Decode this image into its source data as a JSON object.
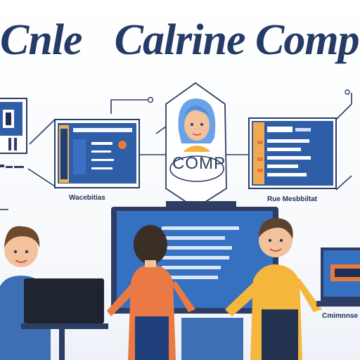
{
  "title": {
    "left": "Cnle",
    "right": "Calrine Complucting"
  },
  "center_badge": {
    "label": "COMP"
  },
  "captions": {
    "left_panel": "Wacebitias",
    "right_panel": "Rue Mesbbiltat",
    "bottom_right": "Cmimnnse"
  },
  "colors": {
    "title": "#243b68",
    "screen_blue": "#2f5ea8",
    "screen_dark": "#1f3f7a",
    "accent_orange": "#e67a3a",
    "shirt_orange": "#ea7a45",
    "shirt_yellow": "#f4b63c",
    "shirt_blue": "#3c6fb3",
    "hair": "#4a3424",
    "connector": "#2d3d64"
  },
  "icons": [
    "monitor-icon",
    "person-avatar",
    "laptop-icon",
    "desktop-icon"
  ]
}
